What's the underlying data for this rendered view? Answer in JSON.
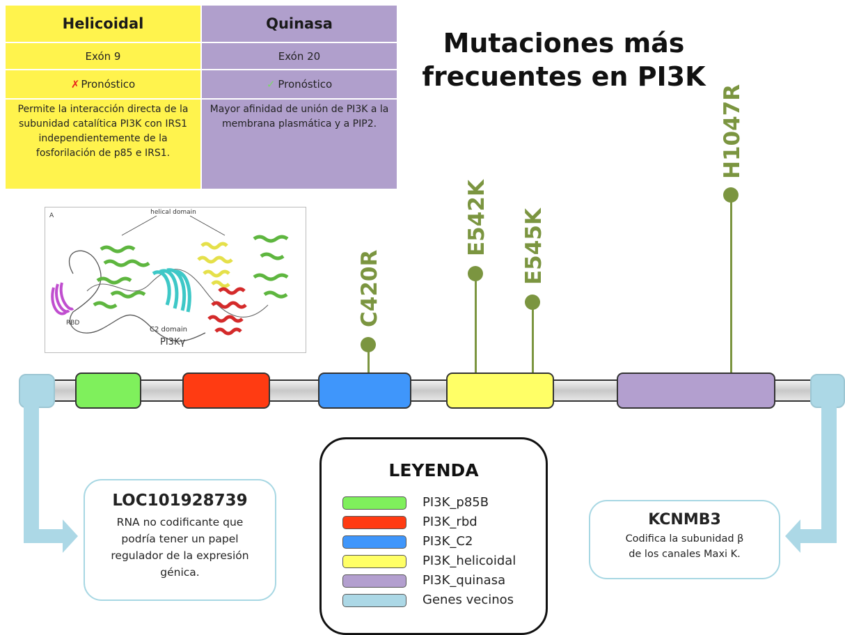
{
  "table": {
    "headers": [
      "Helicoidal",
      "Quinasa"
    ],
    "exon": [
      "Exón 9",
      "Exón 20"
    ],
    "prognosis": [
      {
        "symbol": "✗",
        "label": "Pronóstico"
      },
      {
        "symbol": "✓",
        "label": "Pronóstico"
      }
    ],
    "descriptions": [
      "Permite la interacción directa de la subunidad catalítica PI3K con IRS1 independientemente de la fosforilación de p85 e IRS1.",
      "Mayor afinidad de unión de PI3K a la membrana plasmática y a PIP2."
    ]
  },
  "title": "Mutaciones más frecuentes en PI3K",
  "figure": {
    "panel_letter": "A",
    "helical_label": "helical domain",
    "rbd_label": "RBD",
    "c2_label": "C2 domain",
    "protein_label": "PI3Kγ"
  },
  "mutations": [
    "C420R",
    "E542K",
    "E545K",
    "H1047R"
  ],
  "legend": {
    "title": "LEYENDA",
    "items": [
      {
        "label": "PI3K_p85B",
        "color": "#7ff05c"
      },
      {
        "label": "PI3K_rbd",
        "color": "#ff3b12"
      },
      {
        "label": "PI3K_C2",
        "color": "#3f96fb"
      },
      {
        "label": "PI3K_helicoidal",
        "color": "#ffff66"
      },
      {
        "label": "PI3K_quinasa",
        "color": "#b39fcf"
      },
      {
        "label": "Genes vecinos",
        "color": "#acd8e6"
      }
    ]
  },
  "left_gene": {
    "name": "LOC101928739",
    "description": "RNA no codificante que podría tener un papel regulador de la expresión génica."
  },
  "right_gene": {
    "name": "KCNMB3",
    "description": "Codifica la subunidad β de los canales Maxi K."
  }
}
